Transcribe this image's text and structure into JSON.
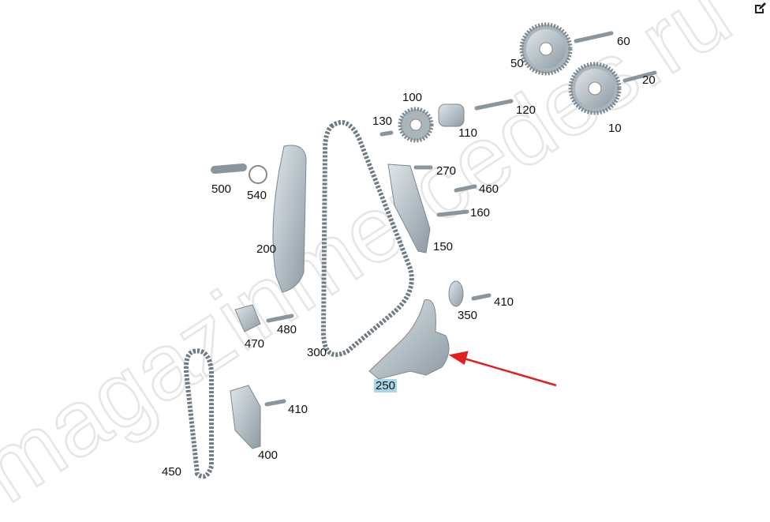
{
  "watermark": "magazinmercedes.ru",
  "toolbar": {
    "edit_icon": "edit-icon"
  },
  "labels": {
    "p60": "60",
    "p50": "50",
    "p20": "20",
    "p10": "10",
    "p100": "100",
    "p130": "130",
    "p120": "120",
    "p110": "110",
    "p500": "500",
    "p540": "540",
    "p270": "270",
    "p460": "460",
    "p160": "160",
    "p200": "200",
    "p150": "150",
    "p410a": "410",
    "p350": "350",
    "p480": "480",
    "p470": "470",
    "p300": "300",
    "p250": "250",
    "p410b": "410",
    "p400": "400",
    "p450": "450"
  },
  "highlight": {
    "part": "250",
    "color": "#a8d8e8",
    "arrow_color": "#e02020"
  }
}
